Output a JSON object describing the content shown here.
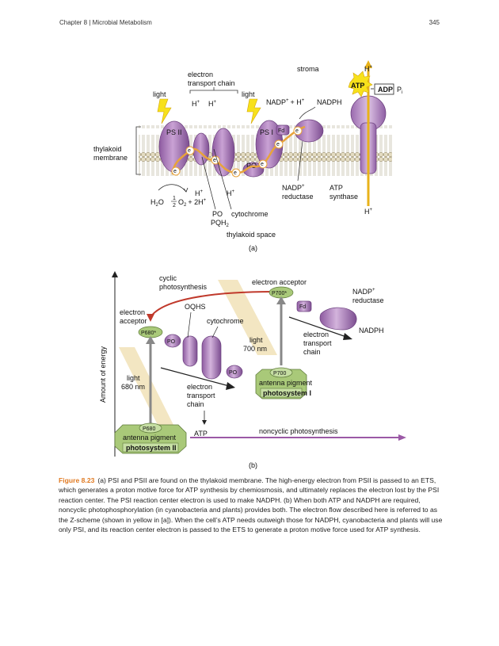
{
  "header": {
    "chapter": "Chapter 8 | Microbial Metabolism",
    "page": "345"
  },
  "figA": {
    "stroma": "stroma",
    "etc_line1": "electron",
    "etc_line2": "transport chain",
    "light": "light",
    "hplus": "H",
    "plus": "+",
    "psii": "PS II",
    "psi": "PS I",
    "fd": "Fd",
    "po": "PO",
    "e": "e",
    "minus": "−",
    "nadp": "NADP",
    "plus_h": "+ H",
    "nadph": "NADPH",
    "atp": "ATP",
    "adp": "ADP",
    "pi": "P",
    "pi_sub": "i",
    "thylakoid1": "thylakoid",
    "thylakoid2": "membrane",
    "h2o": "H",
    "h2o_2": "2",
    "h2o_3": "O",
    "half_num": "1",
    "half_den": "2",
    "o2": "O",
    "o2_sub": "2",
    "plus2h": "+ 2H",
    "po_lbl": "PO",
    "pqh2": "PQH",
    "pqh2_sub": "2",
    "cytochrome": "cytochrome",
    "reductase1": "NADP",
    "reductase2": "reductase",
    "synthase1": "ATP",
    "synthase2": "synthase",
    "space": "thylakoid space",
    "panel": "(a)"
  },
  "figB": {
    "yaxis": "Amount of energy",
    "cyclic1": "cyclic",
    "cyclic2": "photosynthesis",
    "acceptor": "electron acceptor",
    "p700s": "P700*",
    "fd": "Fd",
    "nadp_red1": "NADP",
    "nadp_red2": "reductase",
    "nadph": "NADPH",
    "acceptor2a": "electron",
    "acceptor2b": "acceptor",
    "p680s": "P680*",
    "oqhs": "OQHS",
    "cytochrome": "cytochrome",
    "po": "PO",
    "light700a": "light",
    "light700b": "700 nm",
    "etc1a": "electron",
    "etc1b": "transport",
    "etc1c": "chain",
    "light680a": "light",
    "light680b": "680 nm",
    "p700": "P700",
    "antenna": "antenna pigment",
    "ps1": "photosystem I",
    "etc2a": "electron",
    "etc2b": "transport",
    "etc2c": "chain",
    "p680": "P680",
    "ps2": "photosystem II",
    "atp": "ATP",
    "noncyclic": "noncyclic photosynthesis",
    "panel": "(b)"
  },
  "caption": {
    "label": "Figure 8.23",
    "text": "(a) PSI and PSII are found on the thylakoid membrane. The high-energy electron from PSII is passed to an ETS, which generates a proton motive force for ATP synthesis by chemiosmosis, and ultimately replaces the electron lost by the PSI reaction center. The PSI reaction center electron is used to make NADPH. (b) When both ATP and NADPH are required, noncyclic photophosphorylation (in cyanobacteria and plants) provides both. The electron flow described here is referred to as the Z-scheme (shown in yellow in [a]). When the cell’s ATP needs outweigh those for NADPH, cyanobacteria and plants will use only PSI, and its reaction center electron is passed to the ETS to generate a proton motive force used for ATP synthesis."
  },
  "colors": {
    "protein": "#b27fc0",
    "membrane_head": "#c9b98a",
    "electron_path": "#e8a33a",
    "green_box": "#a9c979",
    "caption_label": "#e07a22",
    "cyclic_arrow": "#c0392b",
    "noncyclic_arrow": "#9b59a6"
  }
}
